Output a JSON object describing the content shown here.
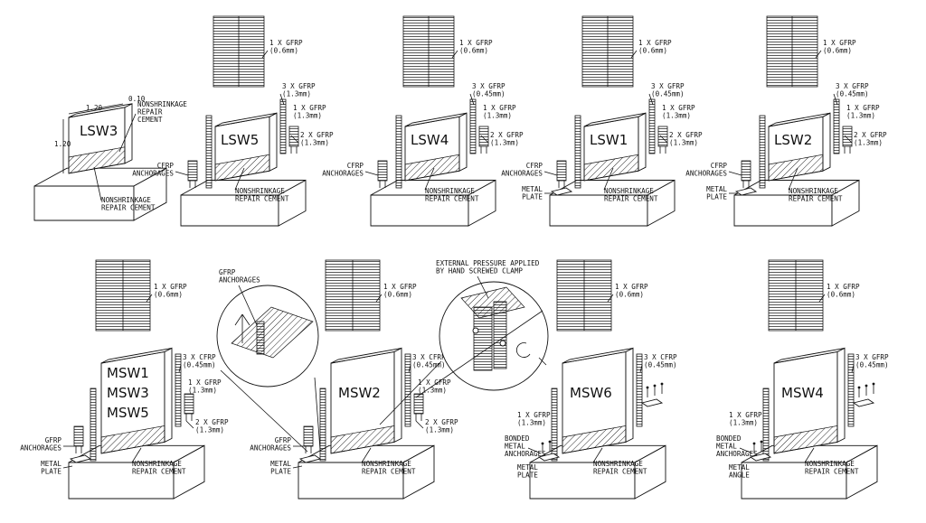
{
  "specimens": [
    {
      "id": "lsw3",
      "name": "LSW3"
    },
    {
      "id": "lsw5",
      "name": "LSW5"
    },
    {
      "id": "lsw4",
      "name": "LSW4"
    },
    {
      "id": "lsw1",
      "name": "LSW1"
    },
    {
      "id": "lsw2",
      "name": "LSW2"
    },
    {
      "id": "msw135",
      "name_lines": [
        "MSW1",
        "MSW3",
        "MSW5"
      ]
    },
    {
      "id": "msw2",
      "name": "MSW2"
    },
    {
      "id": "msw6",
      "name": "MSW6"
    },
    {
      "id": "msw4",
      "name": "MSW4"
    }
  ],
  "dimensions": {
    "width": "1.20",
    "height": "1.20",
    "thickness": "0.10"
  },
  "labels": {
    "nonshrink_3": [
      "NONSHRINKAGE",
      "REPAIR",
      "CEMENT"
    ],
    "nonshrink_2": [
      "NONSHRINKAGE",
      "REPAIR CEMENT"
    ],
    "gfrp_1x_06": [
      "1 X GFRP",
      "(0.6mm)"
    ],
    "gfrp_3x_13": [
      "3 X GFRP",
      "(1.3mm)"
    ],
    "gfrp_3x_045": [
      "3 X GFRP",
      "(0.45mm)"
    ],
    "gfrp_1x_13": [
      "1 X GFRP",
      "(1.3mm)"
    ],
    "gfrp_2x_13": [
      "2 X GFRP",
      "(1.3mm)"
    ],
    "cfrp_3x_045": [
      "3 X CFRP",
      "(0.45mm)"
    ],
    "cfrp_anch": [
      "CFRP",
      "ANCHORAGES"
    ],
    "gfrp_anch": [
      "GFRP",
      "ANCHORAGES"
    ],
    "metal_plate": [
      "METAL",
      "PLATE"
    ],
    "metal_angle": [
      "METAL",
      "ANGLE"
    ],
    "bonded_metal_anch": [
      "BONDED",
      "METAL",
      "ANCHORAGES"
    ],
    "detail_gfrp_anch": [
      "GFRP",
      "ANCHORAGES"
    ],
    "detail_clamp": [
      "EXTERNAL PRESSURE APPLIED",
      "BY HAND SCREWED CLAMP"
    ]
  }
}
